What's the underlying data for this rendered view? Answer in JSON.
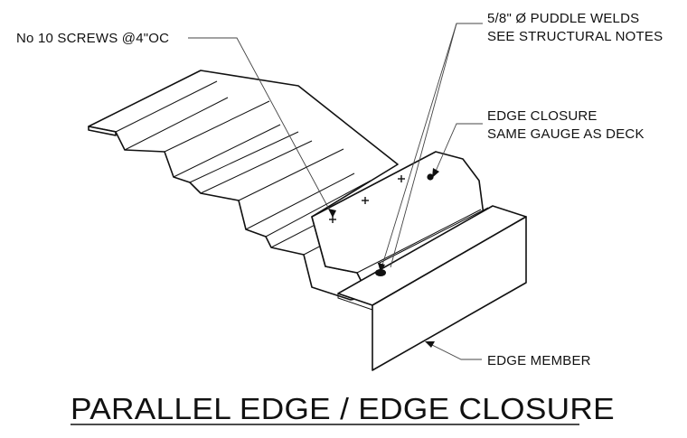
{
  "title": "PARALLEL EDGE / EDGE CLOSURE",
  "callouts": {
    "screws": "No 10 SCREWS @4\"OC",
    "welds_line1": "5/8\" Ø PUDDLE WELDS",
    "welds_line2": "SEE STRUCTURAL NOTES",
    "closure_line1": "EDGE CLOSURE",
    "closure_line2": "SAME GAUGE AS DECK",
    "edge_member": "EDGE MEMBER"
  }
}
